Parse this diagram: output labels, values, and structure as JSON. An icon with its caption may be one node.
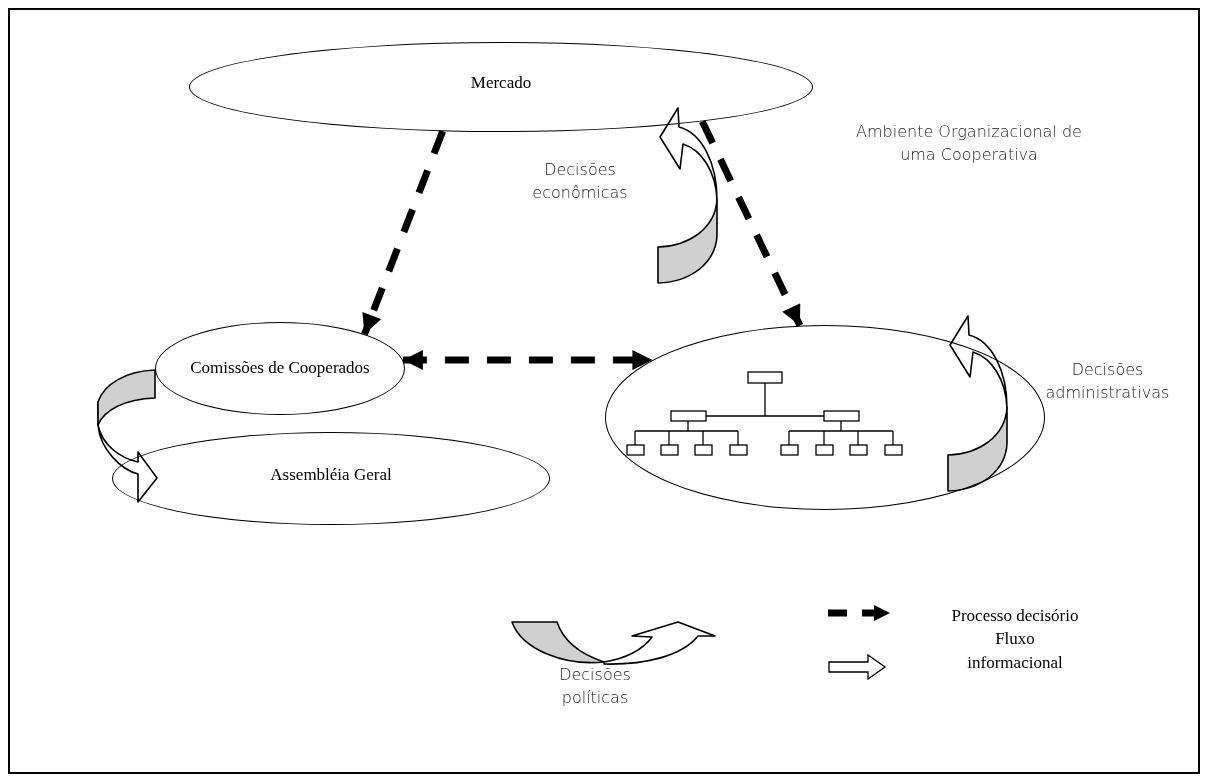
{
  "diagram": {
    "nodes": [
      {
        "text": [
          "Mercado"
        ]
      },
      {
        "text": [
          "Comissões de Cooperados"
        ]
      },
      {
        "text": [
          "Assembléia Geral"
        ]
      },
      {
        "text": [],
        "shape": "circle"
      }
    ],
    "edges": [
      {
        "from": 0,
        "to": 1,
        "arrow": "to",
        "style": "dashed"
      },
      {
        "from": 0,
        "to": 3,
        "arrow": "to",
        "style": "dashed"
      },
      {
        "from": 1,
        "to": 3,
        "arrow": "both",
        "style": "dashed"
      },
      {
        "from": null,
        "to": 0,
        "arrow": "to"
      },
      {
        "from": 1,
        "to": 2,
        "arrow": "to"
      }
    ],
    "labels": [
      "Ambiente Organizacional de uma Cooperativa",
      "Decisões econômicas",
      "Decisões administrativas",
      "Decisões políticas"
    ],
    "legend": [
      {
        "text": "Processo decisório"
      },
      {
        "text": "Fluxo informacional"
      }
    ]
  }
}
